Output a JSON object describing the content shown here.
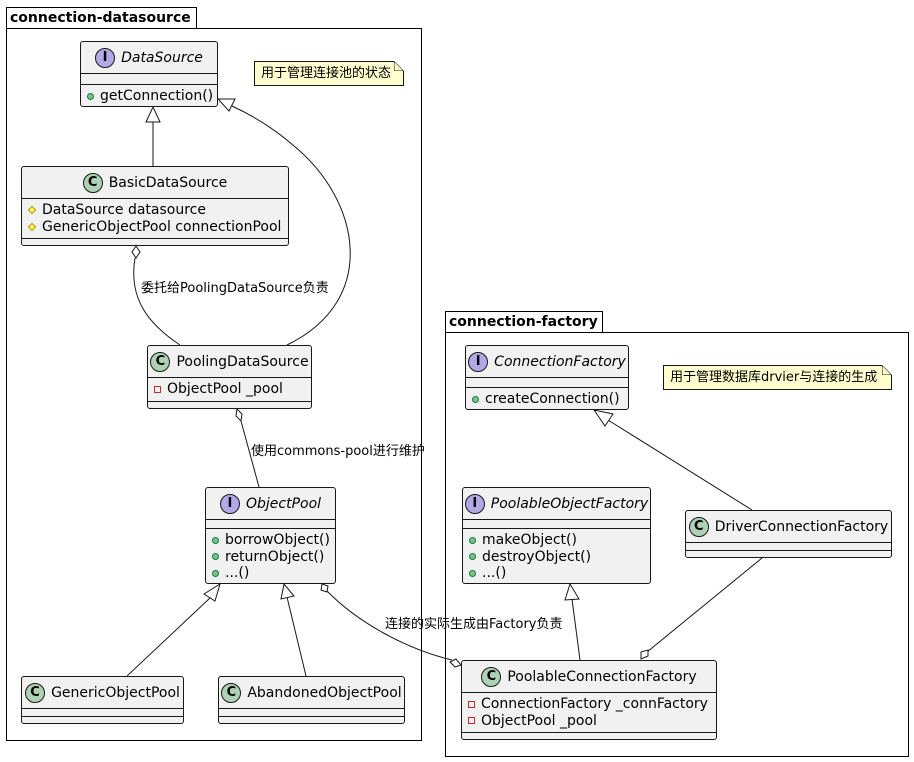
{
  "packages": {
    "datasource": {
      "title": "connection-datasource"
    },
    "factory": {
      "title": "connection-factory"
    }
  },
  "classes": {
    "DataSource": {
      "name": "DataSource",
      "kind": "I",
      "methods": [
        "getConnection()"
      ]
    },
    "BasicDataSource": {
      "name": "BasicDataSource",
      "kind": "C",
      "fields": [
        "DataSource datasource",
        "GenericObjectPool connectionPool"
      ]
    },
    "PoolingDataSource": {
      "name": "PoolingDataSource",
      "kind": "C",
      "fields": [
        "ObjectPool _pool"
      ]
    },
    "ObjectPool": {
      "name": "ObjectPool",
      "kind": "I",
      "methods": [
        "borrowObject()",
        "returnObject()",
        "...()"
      ]
    },
    "GenericObjectPool": {
      "name": "GenericObjectPool",
      "kind": "C"
    },
    "AbandonedObjectPool": {
      "name": "AbandonedObjectPool",
      "kind": "C"
    },
    "ConnectionFactory": {
      "name": "ConnectionFactory",
      "kind": "I",
      "methods": [
        "createConnection()"
      ]
    },
    "PoolableObjectFactory": {
      "name": "PoolableObjectFactory",
      "kind": "I",
      "methods": [
        "makeObject()",
        "destroyObject()",
        "...()"
      ]
    },
    "DriverConnectionFactory": {
      "name": "DriverConnectionFactory",
      "kind": "C"
    },
    "PoolableConnectionFactory": {
      "name": "PoolableConnectionFactory",
      "kind": "C",
      "fields": [
        "ConnectionFactory _connFactory",
        "ObjectPool _pool"
      ]
    }
  },
  "notes": {
    "datasource_note": "用于管理连接池的状态",
    "factory_note": "用于管理数据库drvier与连接的生成"
  },
  "labels": {
    "delegate": "委托给PoolingDataSource负责",
    "commons_pool": "使用commons-pool进行维护",
    "factory_gen": "连接的实际生成由Factory负责"
  }
}
